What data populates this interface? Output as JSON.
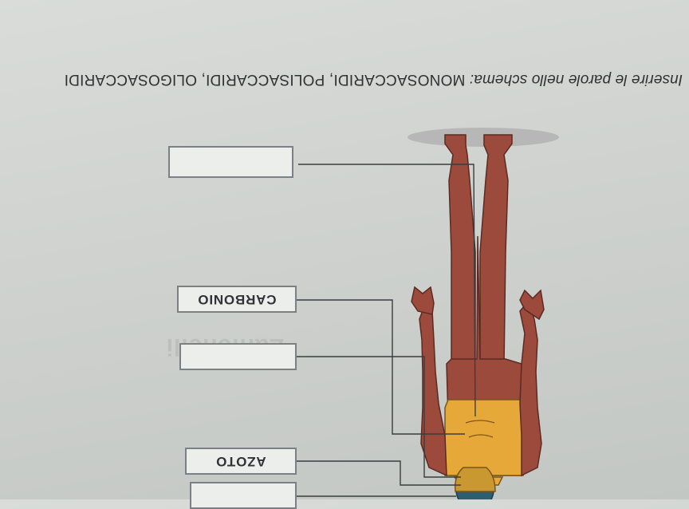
{
  "instruction": {
    "prefix": "Inserire le parole nello schema: ",
    "words": "MONOSACCARIDI, POLISACCARIDI, OLIGOSACCARIDI"
  },
  "labels": [
    {
      "id": "box-1",
      "text": ""
    },
    {
      "id": "box-2",
      "text": "AZOTO"
    },
    {
      "id": "box-3",
      "text": ""
    },
    {
      "id": "box-4",
      "text": "CARBONIO"
    },
    {
      "id": "box-5",
      "text": ""
    }
  ],
  "watermark": "Zanichelli",
  "colors": {
    "head_top": "#2f5f6e",
    "head_bottom": "#c99830",
    "torso": "#e7a83a",
    "body": "#9c4a3c",
    "line": "#3a3d40"
  }
}
